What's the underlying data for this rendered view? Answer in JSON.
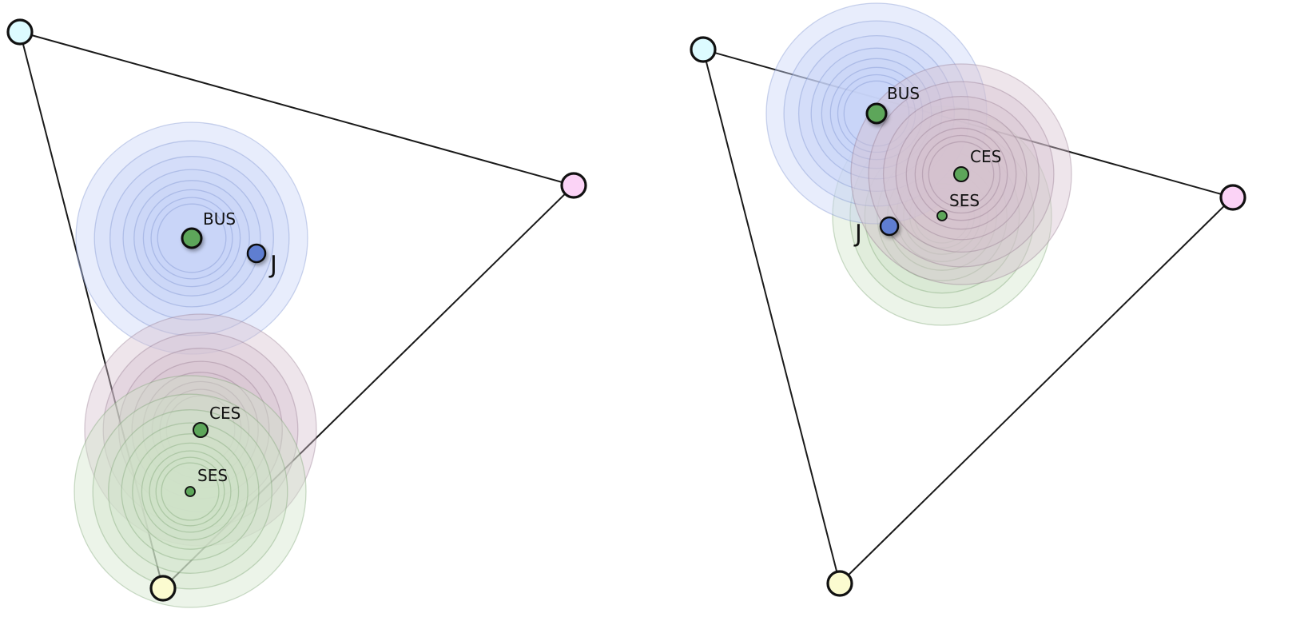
{
  "colors": {
    "vertex_top_left": "#ddfbff",
    "vertex_right": "#fbd3f6",
    "vertex_bottom": "#fbfbd0",
    "center_green": "#5da65a",
    "point_blue": "#5e7ed1",
    "field_blue": "#c8d4f8",
    "field_blue_edge": "#6f86c9",
    "field_mauve": "#d6c2cf",
    "field_mauve_edge": "#8d6f88",
    "field_green": "#cfe3c8",
    "field_green_edge": "#6f9a66"
  },
  "panels": [
    {
      "name": "left",
      "labels": {
        "bus": "BUS",
        "ces": "CES",
        "ses": "SES",
        "j": "J"
      }
    },
    {
      "name": "right",
      "labels": {
        "bus": "BUS",
        "ces": "CES",
        "ses": "SES",
        "j": "J"
      }
    }
  ]
}
